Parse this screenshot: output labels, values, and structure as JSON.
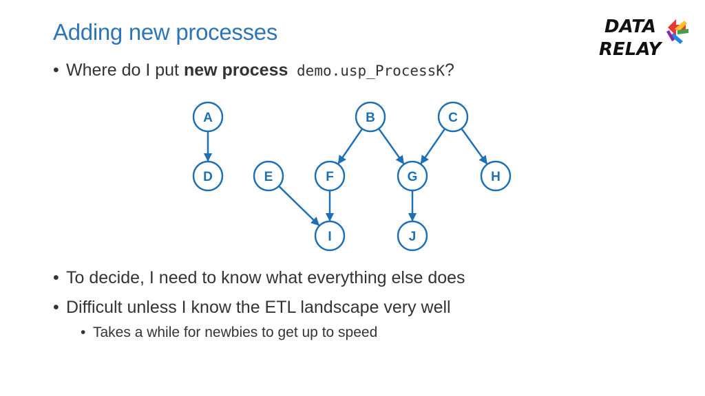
{
  "slide": {
    "title": "Adding new processes",
    "bullets": {
      "b1": {
        "prefix": "Where do I put ",
        "bold": "new process",
        "code": " demo.usp_ProcessK",
        "suffix": "?"
      },
      "b2": "To decide, I need to know what everything else does",
      "b3": "Difficult unless I know the ETL landscape very well",
      "sub1": "Takes a while for newbies to get up to speed"
    },
    "bullet_char": "•"
  },
  "logo": {
    "line1": "DATA",
    "line2": "RELAY",
    "colors": [
      "#E53935",
      "#FBC02D",
      "#43A047",
      "#1E88E5",
      "#8E24AA"
    ]
  },
  "diagram": {
    "nodes": [
      "A",
      "B",
      "C",
      "D",
      "E",
      "F",
      "G",
      "H",
      "I",
      "J"
    ],
    "edges": [
      [
        "A",
        "D"
      ],
      [
        "B",
        "F"
      ],
      [
        "B",
        "G"
      ],
      [
        "C",
        "G"
      ],
      [
        "C",
        "H"
      ],
      [
        "F",
        "I"
      ],
      [
        "E",
        "I"
      ],
      [
        "G",
        "J"
      ]
    ],
    "color": "#1F6FB5"
  }
}
